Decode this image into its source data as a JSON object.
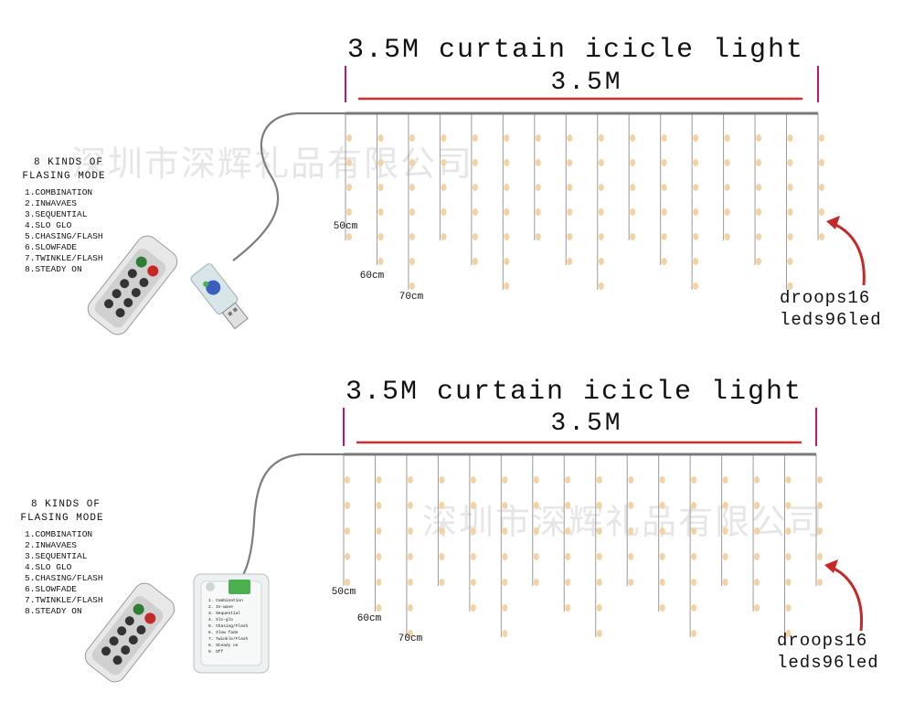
{
  "watermark": "深圳市深辉礼品有限公司",
  "colors": {
    "bulb": "#f3d3a4",
    "width_tick": "#c2186b",
    "width_line": "#d32f2f",
    "arrow": "#c62828"
  },
  "panels": [
    {
      "title": "3.5M curtain icicle light",
      "width_label": "3.5M",
      "modes_title": [
        "8 KINDS OF",
        "FLASING MODE"
      ],
      "modes": [
        "1.COMBINATION",
        "2.INWAVAES",
        "3.SEQUENTIAL",
        "4.SLO GLO",
        "5.CHASING/FLASH",
        "6.SLOWFADE",
        "7.TWINKLE/FLASH",
        "8.STEADY ON"
      ],
      "lengths": [
        "50cm",
        "60cm",
        "70cm"
      ],
      "spec": [
        "droops16",
        "leds96led"
      ],
      "controller": "usb"
    },
    {
      "title": "3.5M curtain icicle light",
      "width_label": "3.5M",
      "modes_title": [
        "8 KINDS OF",
        "FLASING MODE"
      ],
      "modes": [
        "1.COMBINATION",
        "2.INWAVAES",
        "3.SEQUENTIAL",
        "4.SLO GLO",
        "5.CHASING/FLASH",
        "6.SLOWFADE",
        "7.TWINKLE/FLASH",
        "8.STEADY ON"
      ],
      "lengths": [
        "50cm",
        "60cm",
        "70cm"
      ],
      "spec": [
        "droops16",
        "leds96led"
      ],
      "controller": "battery-box",
      "battery_box_modes": [
        "1. Combination",
        "2. In-wave",
        "3. Sequential",
        "4. Slo-glo",
        "5. Chasing/Flash",
        "6. Slow fade",
        "7. Twinkle/Flash",
        "8. Steady on",
        "9. Off"
      ]
    }
  ]
}
